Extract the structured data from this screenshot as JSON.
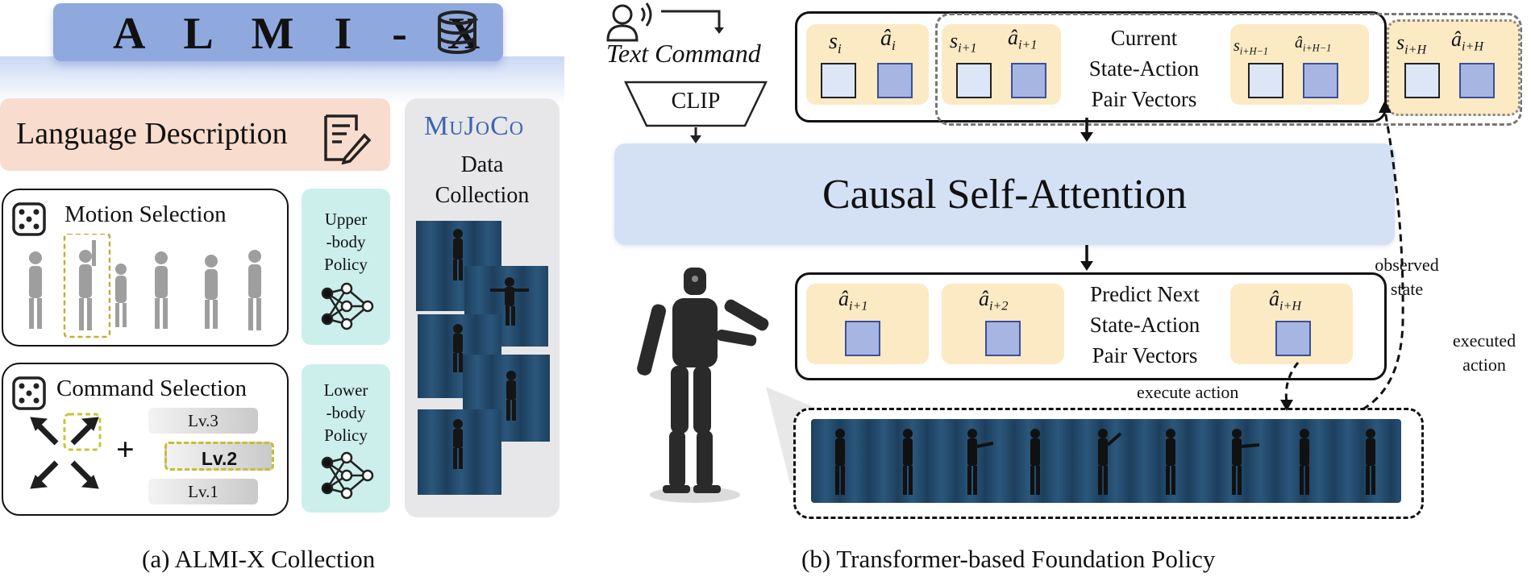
{
  "panel_a": {
    "title": "A L M I - X",
    "language_description": "Language Description",
    "mujoco_logo": "MuJoCo",
    "mujoco_subtitle": "Data\nCollection",
    "motion_selection": "Motion Selection",
    "command_selection": "Command Selection",
    "upper_policy": "Upper\n-body\nPolicy",
    "lower_policy": "Lower\n-body\nPolicy",
    "levels": [
      "Lv.3",
      "Lv.2",
      "Lv.1"
    ],
    "plus": "+",
    "caption": "(a) ALMI-X Collection"
  },
  "panel_b": {
    "text_command": "Text Command",
    "clip": "CLIP",
    "causal": "Causal Self-Attention",
    "current_label": "Current\nState-Action\nPair Vectors",
    "predict_label": "Predict Next\nState-Action\nPair Vectors",
    "observed_state": "observed\nstate",
    "executed_action": "executed\naction",
    "execute_action": "execute action",
    "caption": "(b) Transformer-based Foundation Policy"
  },
  "colors": {
    "title_blue": "#8fa9de",
    "language_peach": "#f8dccd",
    "policy_teal": "#ccefeb",
    "band_blue": "#d4e0f4",
    "pair_yellow": "#fbeac4",
    "state_square": "#dde6f6",
    "action_square": "#a7b5e2"
  },
  "icons": [
    "database-icon",
    "writing-pad-icon",
    "dice-icon",
    "neural-network-icon",
    "expand-arrows-icon",
    "speaking-person-icon"
  ]
}
